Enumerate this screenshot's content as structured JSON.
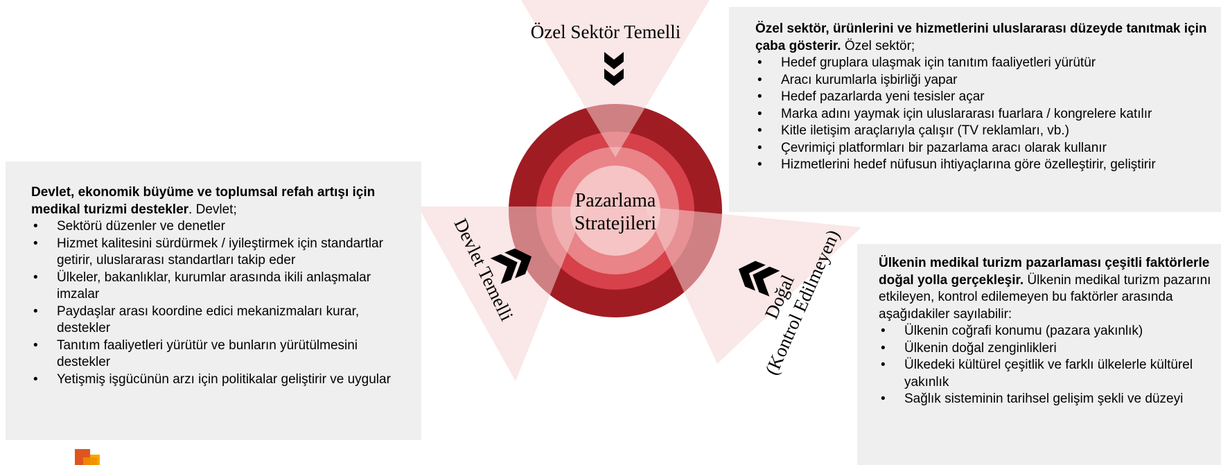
{
  "center_label": [
    "Pazarlama",
    "Stratejileri"
  ],
  "segments": {
    "top": "Özel Sektör Temelli",
    "left": "Devlet Temelli",
    "right_line1": "Doğal",
    "right_line2": "(Kontrol Edilmeyen)"
  },
  "colors": {
    "ring_outer": "#a01c23",
    "ring_2": "#d6414a",
    "ring_3": "#e98488",
    "ring_inner": "#f6c4c4",
    "triangle": "#f6d3d3",
    "chevron": "#000000",
    "box_bg": "#efefef"
  },
  "boxes": {
    "top": {
      "bold": "Özel sektör, ürünlerini ve hizmetlerini uluslararası düzeyde tanıtmak için çaba gösterir.",
      "rest": " Özel sektör;",
      "items": [
        "Hedef gruplara ulaşmak için tanıtım faaliyetleri yürütür",
        "Aracı kurumlarla işbirliği yapar",
        "Hedef pazarlarda yeni tesisler açar",
        "Marka adını yaymak için uluslararası fuarlara / kongrelere katılır",
        "Kitle iletişim araçlarıyla çalışır (TV reklamları, vb.)",
        "Çevrimiçi platformları bir pazarlama aracı olarak kullanır",
        "Hizmetlerini hedef nüfusun ihtiyaçlarına göre özelleştirir, geliştirir"
      ]
    },
    "left": {
      "bold": "Devlet, ekonomik büyüme ve toplumsal refah artışı için medikal turizmi destekler",
      "rest": ". Devlet;",
      "items": [
        "Sektörü düzenler ve denetler",
        "Hizmet kalitesini sürdürmek / iyileştirmek için standartlar getirir, uluslararası standartları takip eder",
        "Ülkeler, bakanlıklar, kurumlar arasında ikili anlaşmalar imzalar",
        "Paydaşlar arası koordine edici mekanizmaları kurar, destekler",
        "Tanıtım faaliyetleri yürütür ve bunların yürütülmesini destekler",
        "Yetişmiş işgücünün arzı için politikalar geliştirir ve uygular"
      ]
    },
    "right": {
      "bold": "Ülkenin medikal turizm pazarlaması çeşitli faktörlerle doğal yolla gerçekleşir.",
      "rest": " Ülkenin medikal turizm pazarını etkileyen, kontrol edilemeyen bu faktörler arasında aşağıdakiler sayılabilir:",
      "items": [
        "Ülkenin coğrafi konumu (pazara yakınlık)",
        "Ülkenin doğal zenginlikleri",
        "Ülkedeki kültürel çeşitlik ve farklı ülkelerle kültürel yakınlık",
        "Sağlık sisteminin tarihsel gelişim şekli ve düzeyi"
      ]
    }
  }
}
